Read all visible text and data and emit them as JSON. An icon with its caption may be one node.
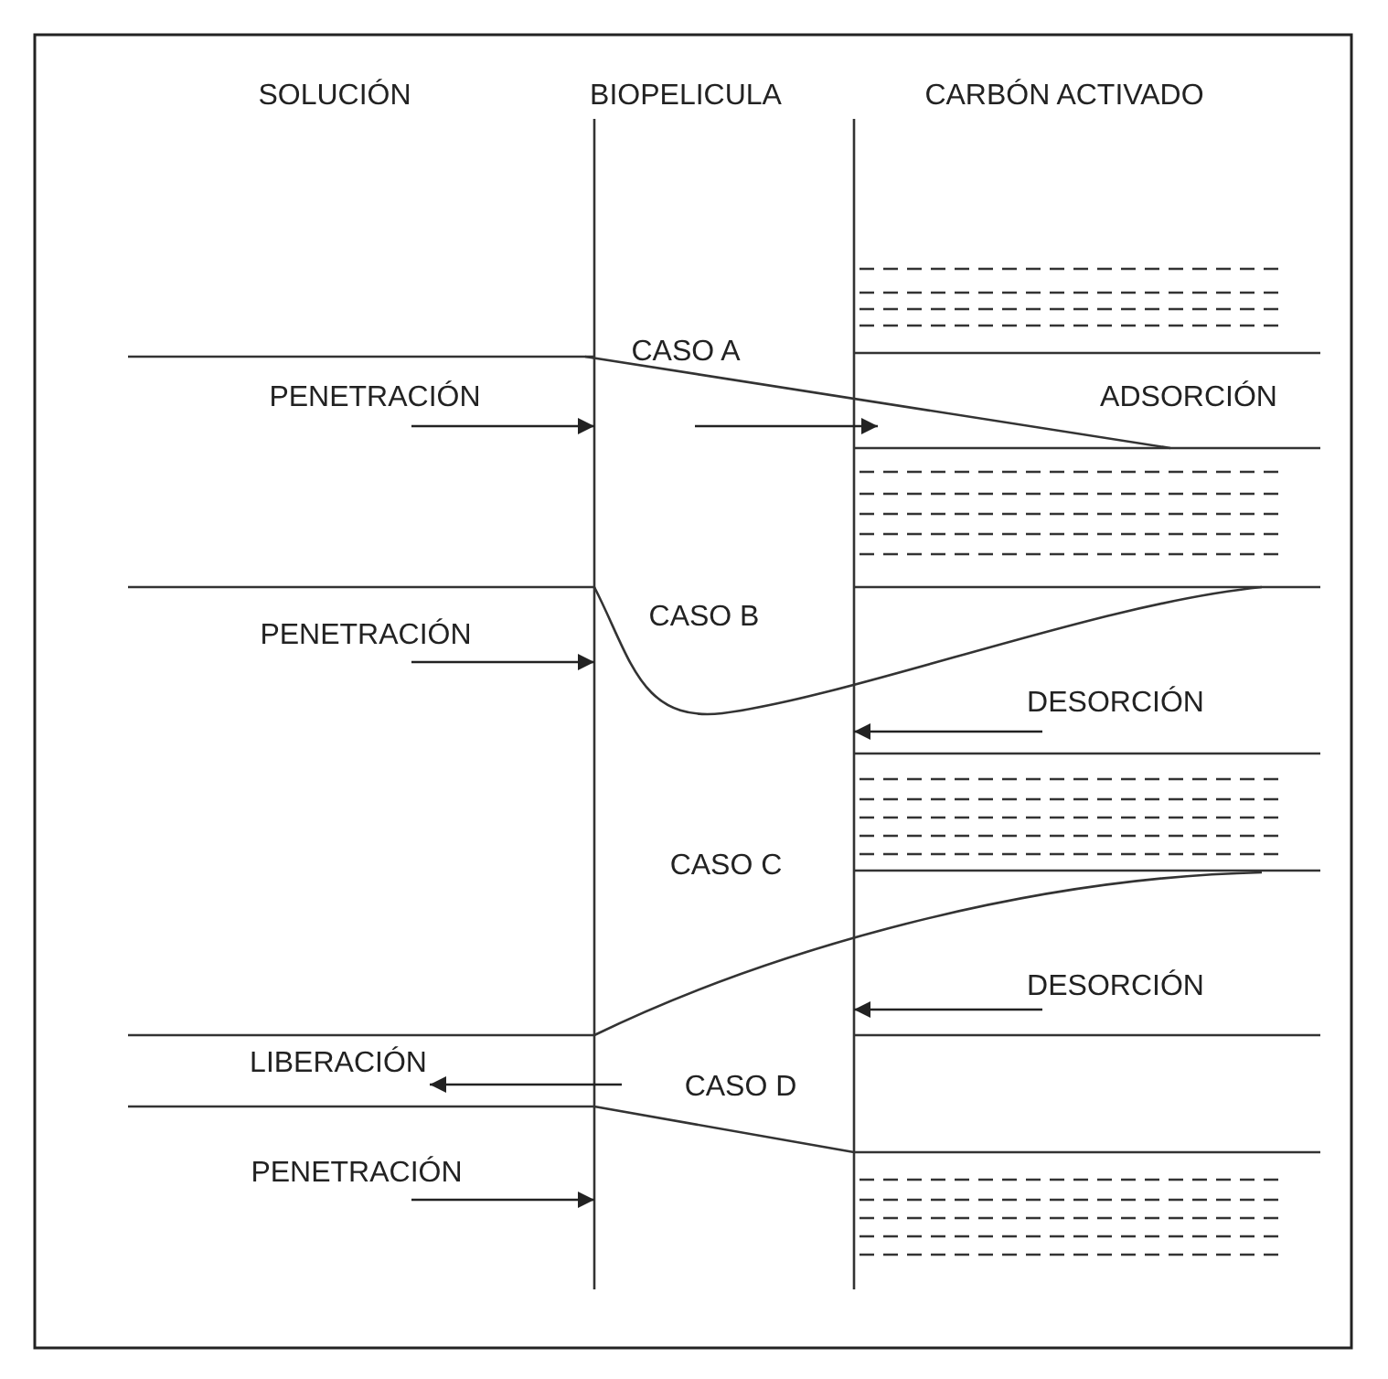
{
  "diagram": {
    "labels": [
      "SOLUCIÓN",
      "BIOPELICULA",
      "CARBÓN ACTIVADO",
      "CASO A",
      "PENETRACIÓN",
      "ADSORCIÓN",
      "PENETRACIÓN",
      "CASO B",
      "DESORCIÓN",
      "CASO C",
      "DESORCIÓN",
      "LIBERACIÓN",
      "CASO D",
      "PENETRACIÓN"
    ]
  }
}
